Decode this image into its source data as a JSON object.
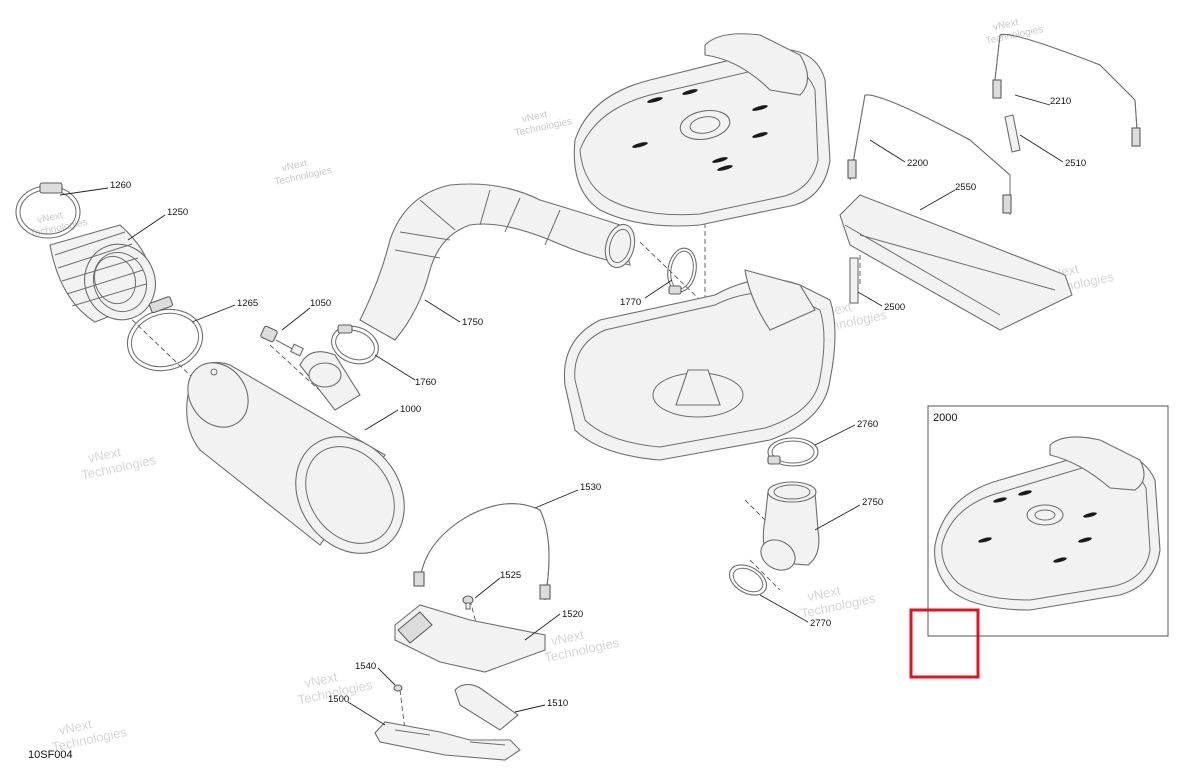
{
  "diagram": {
    "drawing_code": "10SF004",
    "inset_label": "2000",
    "highlight_color": "#e0141e",
    "watermark": {
      "line1": "vNext",
      "line2": "Technologies"
    },
    "callouts": {
      "c1260": "1260",
      "c1250": "1250",
      "c1265": "1265",
      "c1050": "1050",
      "c1750": "1750",
      "c1760": "1760",
      "c1000": "1000",
      "c1770": "1770",
      "c2200": "2200",
      "c2210": "2210",
      "c2510": "2510",
      "c2550": "2550",
      "c2500": "2500",
      "c2760": "2760",
      "c2750": "2750",
      "c2770": "2770",
      "c1530": "1530",
      "c1525": "1525",
      "c1520": "1520",
      "c1540": "1540",
      "c1500": "1500",
      "c1510": "1510"
    }
  }
}
